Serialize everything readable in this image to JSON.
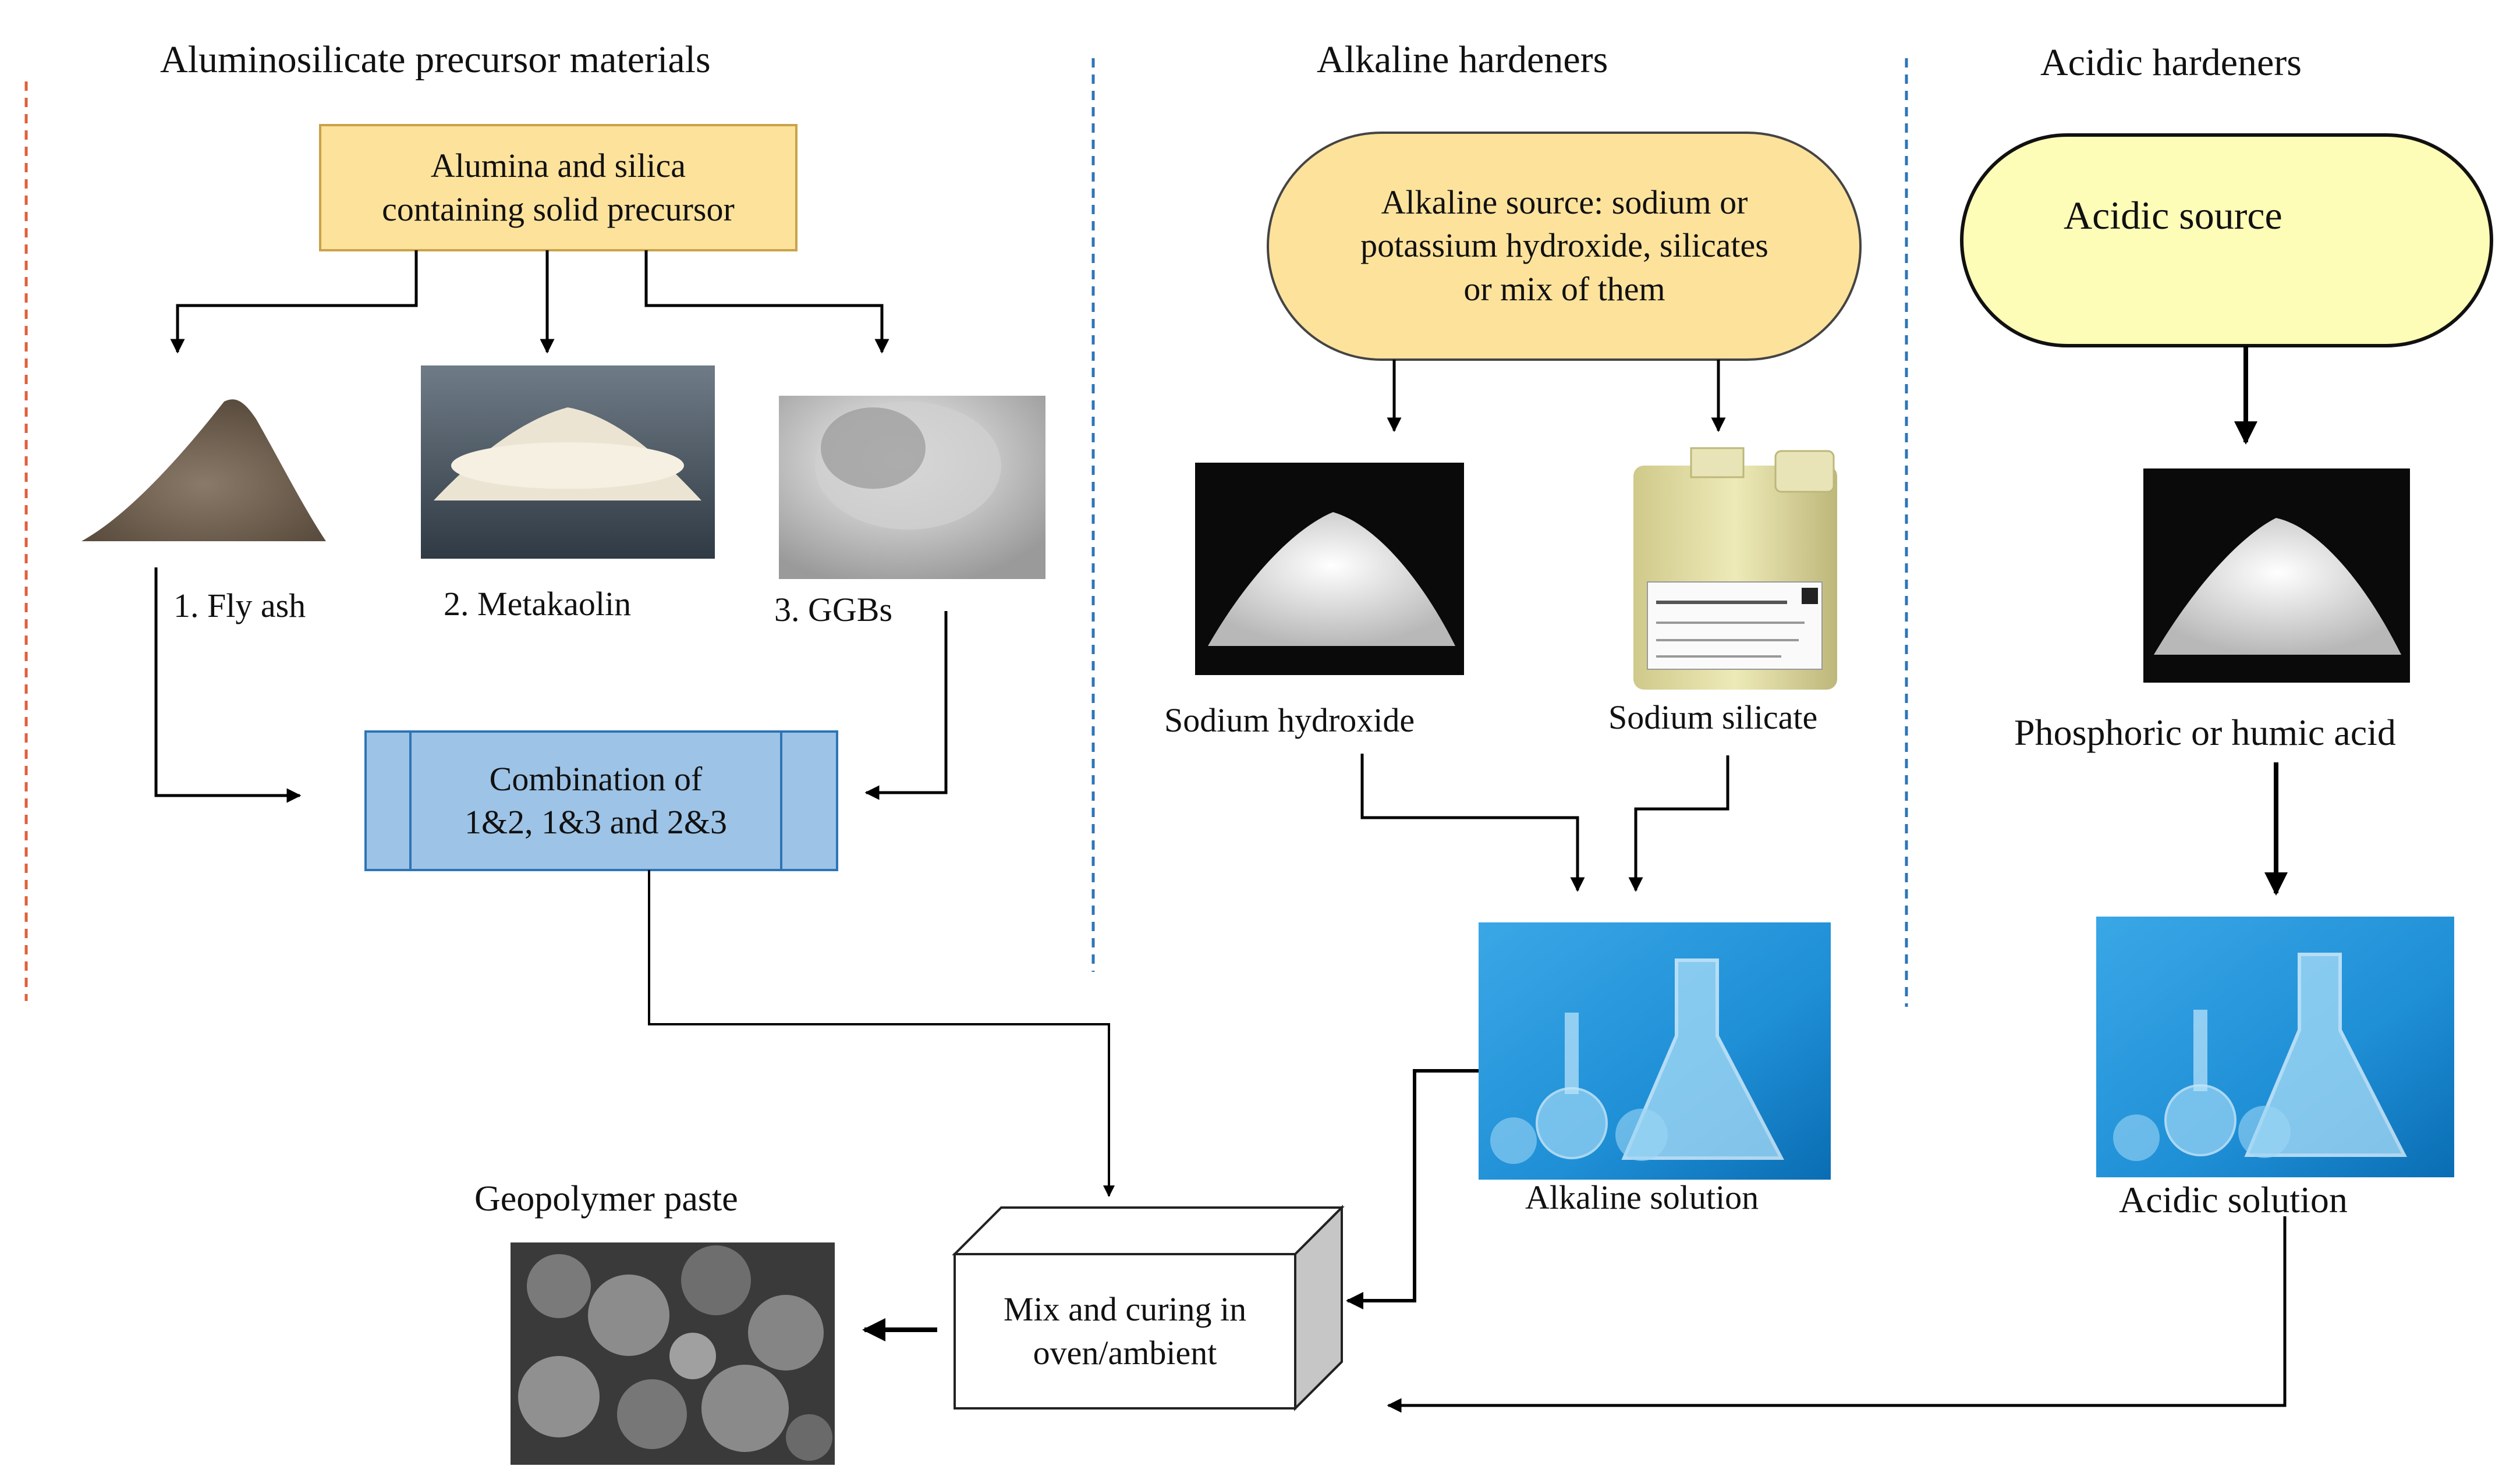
{
  "columns": {
    "precursor": "Aluminosilicate precursor materials",
    "alkaline": "Alkaline hardeners",
    "acidic": "Acidic hardeners"
  },
  "boxes": {
    "solid_precursor": "Alumina and silica\ncontaining solid precursor",
    "combination": "Combination of\n1&2, 1&3 and 2&3",
    "alkaline_source": "Alkaline source: sodium or\npotassium hydroxide, silicates\nor mix of them",
    "acidic_source": "Acidic source",
    "mix_curing": "Mix and curing in\noven/ambient"
  },
  "labels": {
    "fly_ash": "1. Fly ash",
    "metakaolin": "2. Metakaolin",
    "ggbs": "3. GGBs",
    "sodium_hydroxide": "Sodium hydroxide",
    "sodium_silicate": "Sodium silicate",
    "acid": "Phosphoric or humic acid",
    "alkaline_solution": "Alkaline solution",
    "acidic_solution": "Acidic solution",
    "geopolymer_paste": "Geopolymer paste"
  },
  "colors": {
    "precursor_box": "#fde29c",
    "combination_box": "#9dc3e6",
    "alkaline_box": "#fde29c",
    "acidic_box": "#fefdb8",
    "mix_box": "#ffffff",
    "divider_red": "#e0603a",
    "divider_blue": "#2e75b6",
    "arrow": "#000000"
  }
}
